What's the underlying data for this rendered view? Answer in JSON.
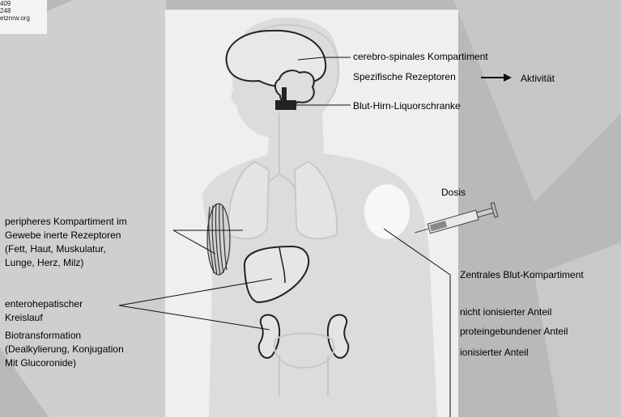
{
  "stamp": {
    "line1": "409",
    "line2": "248",
    "line3": "etznrw.org"
  },
  "labels": {
    "cerebro": "cerebro-spinales Kompartiment",
    "rezeptoren": "Spezifische Rezeptoren",
    "aktivitaet": "Aktivität",
    "blut_hirn": "Blut-Hirn-Liquorschranke",
    "dosis": "Dosis",
    "peripher": [
      "peripheres Kompartiment im",
      "Gewebe inerte Rezeptoren",
      "(Fett, Haut, Muskulatur,",
      "Lunge, Herz, Milz)"
    ],
    "entero": [
      "enterohepatischer",
      "Kreislauf"
    ],
    "biotrans": [
      "Biotransformation",
      "(Dealkylierung, Konjugation",
      "Mit Glucoronide)"
    ],
    "zentral": "Zentrales Blut-Kompartiment",
    "nicht_ionisiert": "nicht ionisierter Anteil",
    "protein": "proteingebundener Anteil",
    "ionisiert": "ionisierter Anteil"
  },
  "colors": {
    "background": "#b9b9b9",
    "panel": "#efefef",
    "body": "#dcdcdc",
    "organ": "#ececec",
    "line": "#111111"
  }
}
